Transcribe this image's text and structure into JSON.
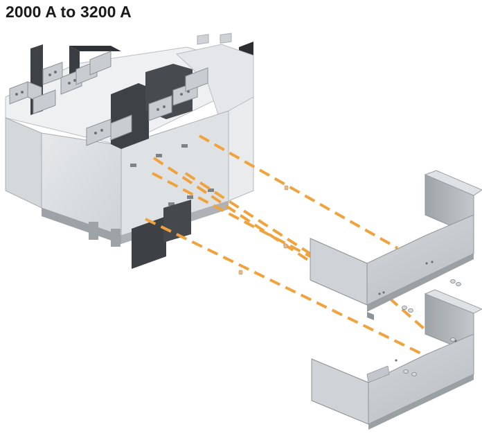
{
  "title": "2000 A to 3200 A",
  "colors": {
    "guide_line": "#f0a23c",
    "busbar": "#c7ccd0",
    "separator": "#45484c",
    "body_front": "#dcdfe2",
    "body_top": "#eef0f2",
    "cover_face": "#c9ccd0",
    "cover_inner": "#adb1b6"
  },
  "icons": [
    "switch-body",
    "busbar-terminal",
    "phase-separator",
    "terminal-cover",
    "screw",
    "guide-line"
  ]
}
